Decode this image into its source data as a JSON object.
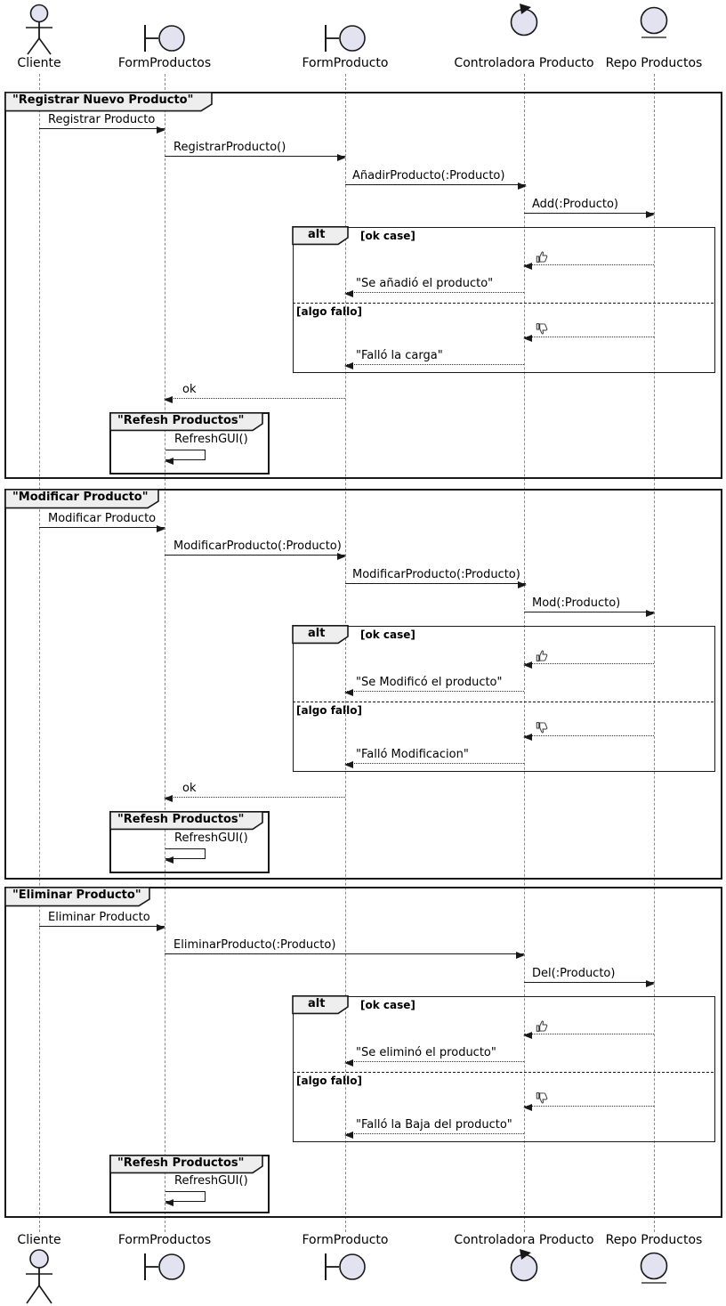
{
  "diagram": {
    "title_hint": "UML sequence diagram (PlantUML style)",
    "participants": [
      {
        "label": "Cliente",
        "type": "actor"
      },
      {
        "label": "FormProductos",
        "type": "boundary"
      },
      {
        "label": "FormProducto",
        "type": "boundary"
      },
      {
        "label": "Controladora Producto",
        "type": "control"
      },
      {
        "label": "Repo Productos",
        "type": "entity"
      }
    ],
    "frame1": {
      "title": "\"Registrar Nuevo Producto\"",
      "msg_registrar": "Registrar Producto",
      "msg_registrar_fn": "RegistrarProducto()",
      "msg_anadir": "AñadirProducto(:Producto)",
      "msg_add": "Add(:Producto)",
      "alt_label": "alt",
      "guard_ok": "[ok case]",
      "guard_fail": "[algo fallo]",
      "reply_ok": "\"Se añadió el producto\"",
      "reply_fail": "\"Falló la carga\"",
      "msg_ok": "ok",
      "group_title": "\"Refesh Productos\"",
      "msg_refresh": "RefreshGUI()"
    },
    "frame2": {
      "title": "\"Modificar Producto\"",
      "msg_modificar": "Modificar Producto",
      "msg_modificar_fn": "ModificarProducto(:Producto)",
      "msg_modificar_fn2": "ModificarProducto(:Producto)",
      "msg_mod": "Mod(:Producto)",
      "alt_label": "alt",
      "guard_ok": "[ok case]",
      "guard_fail": "[algo fallo]",
      "reply_ok": "\"Se Modificó el producto\"",
      "reply_fail": "\"Falló Modificacion\"",
      "msg_ok": "ok",
      "group_title": "\"Refesh Productos\"",
      "msg_refresh": "RefreshGUI()"
    },
    "frame3": {
      "title": "\"Eliminar Producto\"",
      "msg_eliminar": "Eliminar Producto",
      "msg_eliminar_fn": "EliminarProducto(:Producto)",
      "msg_del": "Del(:Producto)",
      "alt_label": "alt",
      "guard_ok": "[ok case]",
      "guard_fail": "[algo fallo]",
      "reply_ok": "\"Se eliminó el producto\"",
      "reply_fail": "\"Falló la Baja del producto\"",
      "group_title": "\"Refesh Productos\"",
      "msg_refresh": "RefreshGUI()"
    },
    "colors": {
      "icon_fill": "#E2E2F0",
      "line": "#181818",
      "tab_bg": "#EEEEEE",
      "lifeline": "#8A8A8A",
      "background": "#FFFFFF"
    }
  }
}
